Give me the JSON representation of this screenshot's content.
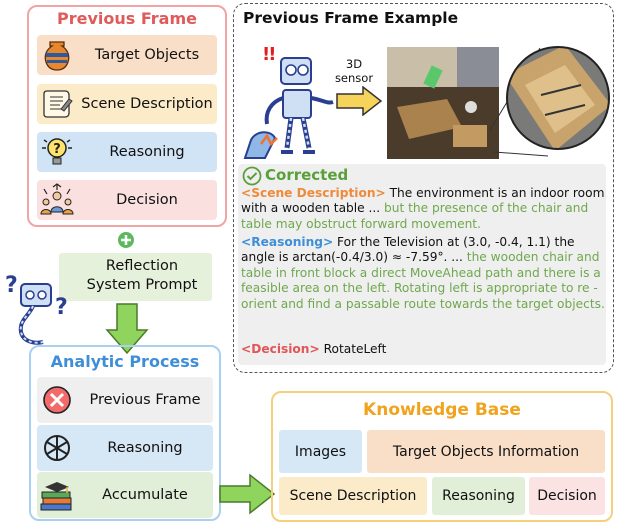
{
  "previous_frame": {
    "title": "Previous Frame",
    "items": [
      {
        "label": "Target Objects",
        "icon": "vase-icon",
        "bg": "#fadfc8"
      },
      {
        "label": "Scene Description",
        "icon": "scroll-icon",
        "bg": "#fbebc9"
      },
      {
        "label": "Reasoning",
        "icon": "lightbulb-icon",
        "bg": "#d0e4f6"
      },
      {
        "label": "Decision",
        "icon": "decision-people-icon",
        "bg": "#fbe0e0"
      }
    ]
  },
  "reflection": {
    "label_line1": "Reflection",
    "label_line2": "System Prompt",
    "plus_color": "#5cb85c"
  },
  "example": {
    "title": "Previous Frame Example",
    "sensor_label_line1": "3D",
    "sensor_label_line2": "sensor",
    "alert": "!!",
    "corrected_title": "Corrected",
    "scene_tag": "<Scene Description>",
    "scene_text_black": " The environment is an indoor room with a wooden table ...",
    "scene_text_green": " but the presence of the chair and table may obstruct forward movement.",
    "reasoning_tag": "<Reasoning>",
    "reasoning_text_black": " For the Television at (3.0, -0.4, 1.1) the angle is arctan(-0.4/3.0) ≈ -7.59°. ...",
    "reasoning_text_green": " the wooden chair and table in front block a direct MoveAhead path and there is a feasible area on the left. Rotating left is appropriate to re - orient and find a passable route towards the target objects.",
    "decision_tag": "<Decision>",
    "decision_text": " RotateLeft"
  },
  "analytic": {
    "title": "Analytic Process",
    "items": [
      {
        "label": "Previous Frame",
        "icon": "cancel-circle-icon",
        "bg": "#efefef"
      },
      {
        "label": "Reasoning",
        "icon": "openai-logo-icon",
        "bg": "#d6e7f6"
      },
      {
        "label": "Accumulate",
        "icon": "stacked-books-icon",
        "bg": "#e1efd8"
      }
    ]
  },
  "knowledge_base": {
    "title": "Knowledge Base",
    "cells": [
      {
        "label": "Images",
        "bg": "#d6e7f6"
      },
      {
        "label": "Target Objects Information",
        "bg": "#fadfc8"
      },
      {
        "label": "Scene Description",
        "bg": "#fbebc9"
      },
      {
        "label": "Reasoning",
        "bg": "#e1efd8"
      },
      {
        "label": "Decision",
        "bg": "#fbe3e3"
      }
    ]
  },
  "colors": {
    "prev_title": "#e05a5a",
    "analytic_title": "#3f8fd8",
    "kb_title": "#f0a31c",
    "arrow_green": "#8fd45c",
    "arrow_yellow": "#f6d35a"
  }
}
